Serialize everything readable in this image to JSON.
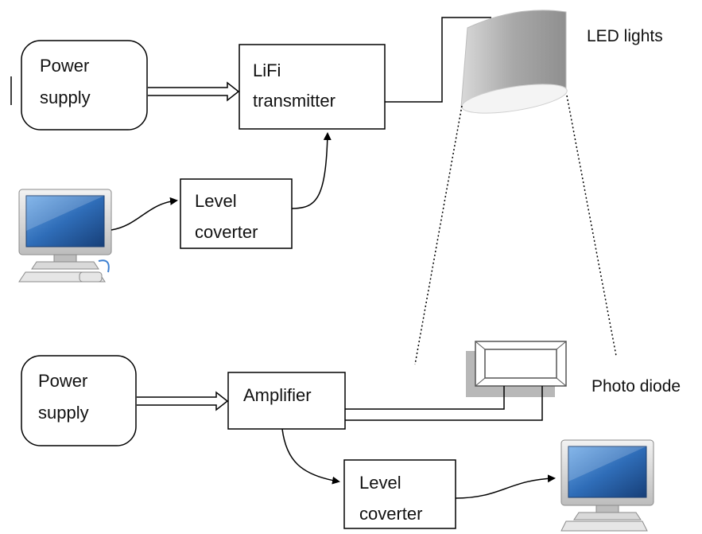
{
  "colors": {
    "stroke": "#000000",
    "lamp_dark": "#9a9a9a",
    "lamp_light": "#d9d9d9",
    "monitor_screen": "#2f6db8",
    "photodiode_shadow": "#b8b8b8"
  },
  "transmitter": {
    "power_supply": [
      "Power",
      "supply"
    ],
    "lifi_transmitter": [
      "LiFi",
      "transmitter"
    ],
    "level_converter": [
      "Level",
      "coverter"
    ]
  },
  "receiver": {
    "power_supply": [
      "Power",
      "supply"
    ],
    "amplifier": "Amplifier",
    "level_converter": [
      "Level",
      "coverter"
    ]
  },
  "labels": {
    "led_lights": "LED lights",
    "photo_diode": "Photo diode"
  },
  "icons": {
    "lamp": "led-lamp-icon",
    "computer": "computer-icon",
    "photodiode": "photodiode-icon"
  }
}
